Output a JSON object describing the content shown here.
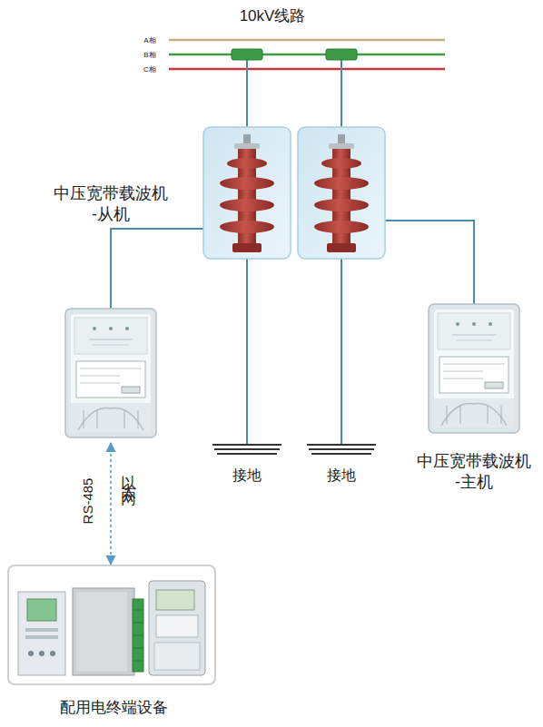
{
  "diagram": {
    "nodes": [
      {
        "text": [
          "中压宽带载波机 -从机"
        ]
      },
      {
        "text": [
          "中压宽带载波机 -主机"
        ]
      },
      {
        "text": [
          "配用电终端设备"
        ]
      }
    ],
    "edges": [
      {
        "from": 0,
        "to": 2,
        "arrow": "both",
        "label": "RS-485"
      }
    ],
    "labels": [
      "10kV线路",
      "A相",
      "B相",
      "C相",
      "接地",
      "接地",
      "以太网"
    ]
  }
}
